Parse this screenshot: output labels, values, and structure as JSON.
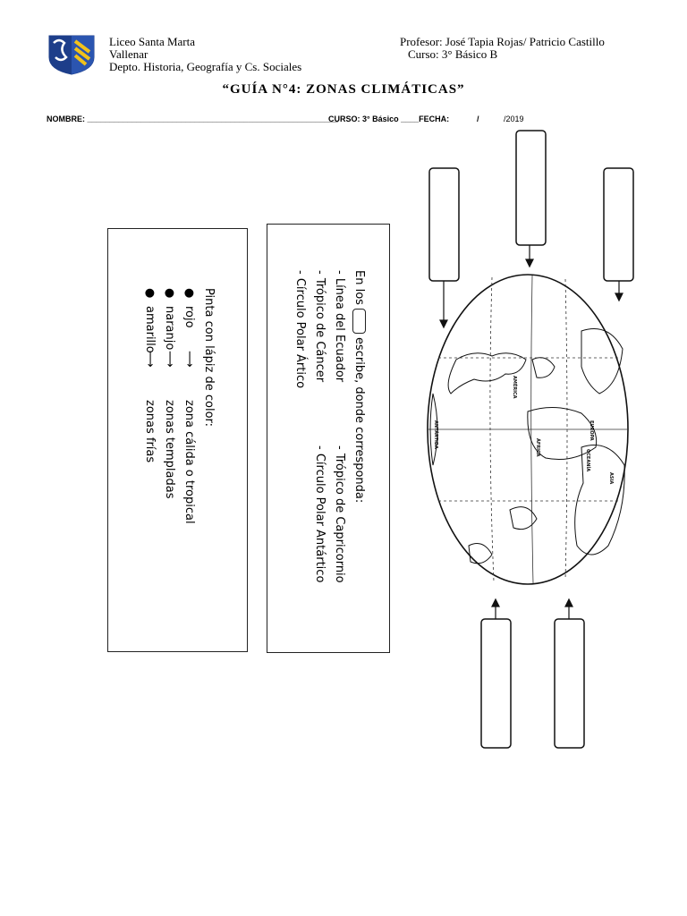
{
  "header": {
    "school": "Liceo Santa Marta",
    "city": "Vallenar",
    "dept": "Depto. Historia, Geografía y Cs. Sociales",
    "teacher": "Profesor: José Tapia Rojas/ Patricio Castillo",
    "course": "Curso: 3° Básico B"
  },
  "title": "“GUÍA N°4: ZONAS CLIMÁTICAS”",
  "form": {
    "nombre": "NOMBRE: ________________________________________________________",
    "curso": "CURSO: 3° Básico ____FECHA:",
    "slash": "/",
    "year": "/2019"
  },
  "instructions": {
    "intro_a": "En los",
    "intro_b": "escribe, donde corresponda:",
    "items_left": [
      "-   Línea del Ecuador",
      "-   Trópico de Cáncer",
      "-   Círculo Polar Ártico"
    ],
    "items_right": [
      "-   Trópico de Capricornio",
      "-   Círculo Polar Antártico"
    ]
  },
  "coloring": {
    "intro": "Pinta con lápiz de color:",
    "rows": [
      {
        "color": "rojo",
        "zone": "zona cálida o tropical"
      },
      {
        "color": "naranjo",
        "zone": "zonas templadas"
      },
      {
        "color": "amarillo",
        "zone": "zonas frías"
      }
    ]
  },
  "map_labels": {
    "america": "AMÉRICA",
    "antartida": "ANTÁRTIDA",
    "africa": "ÁFRICA",
    "europa": "EUROPA",
    "asia": "ASIA",
    "oceania": "OCEANÍA"
  }
}
